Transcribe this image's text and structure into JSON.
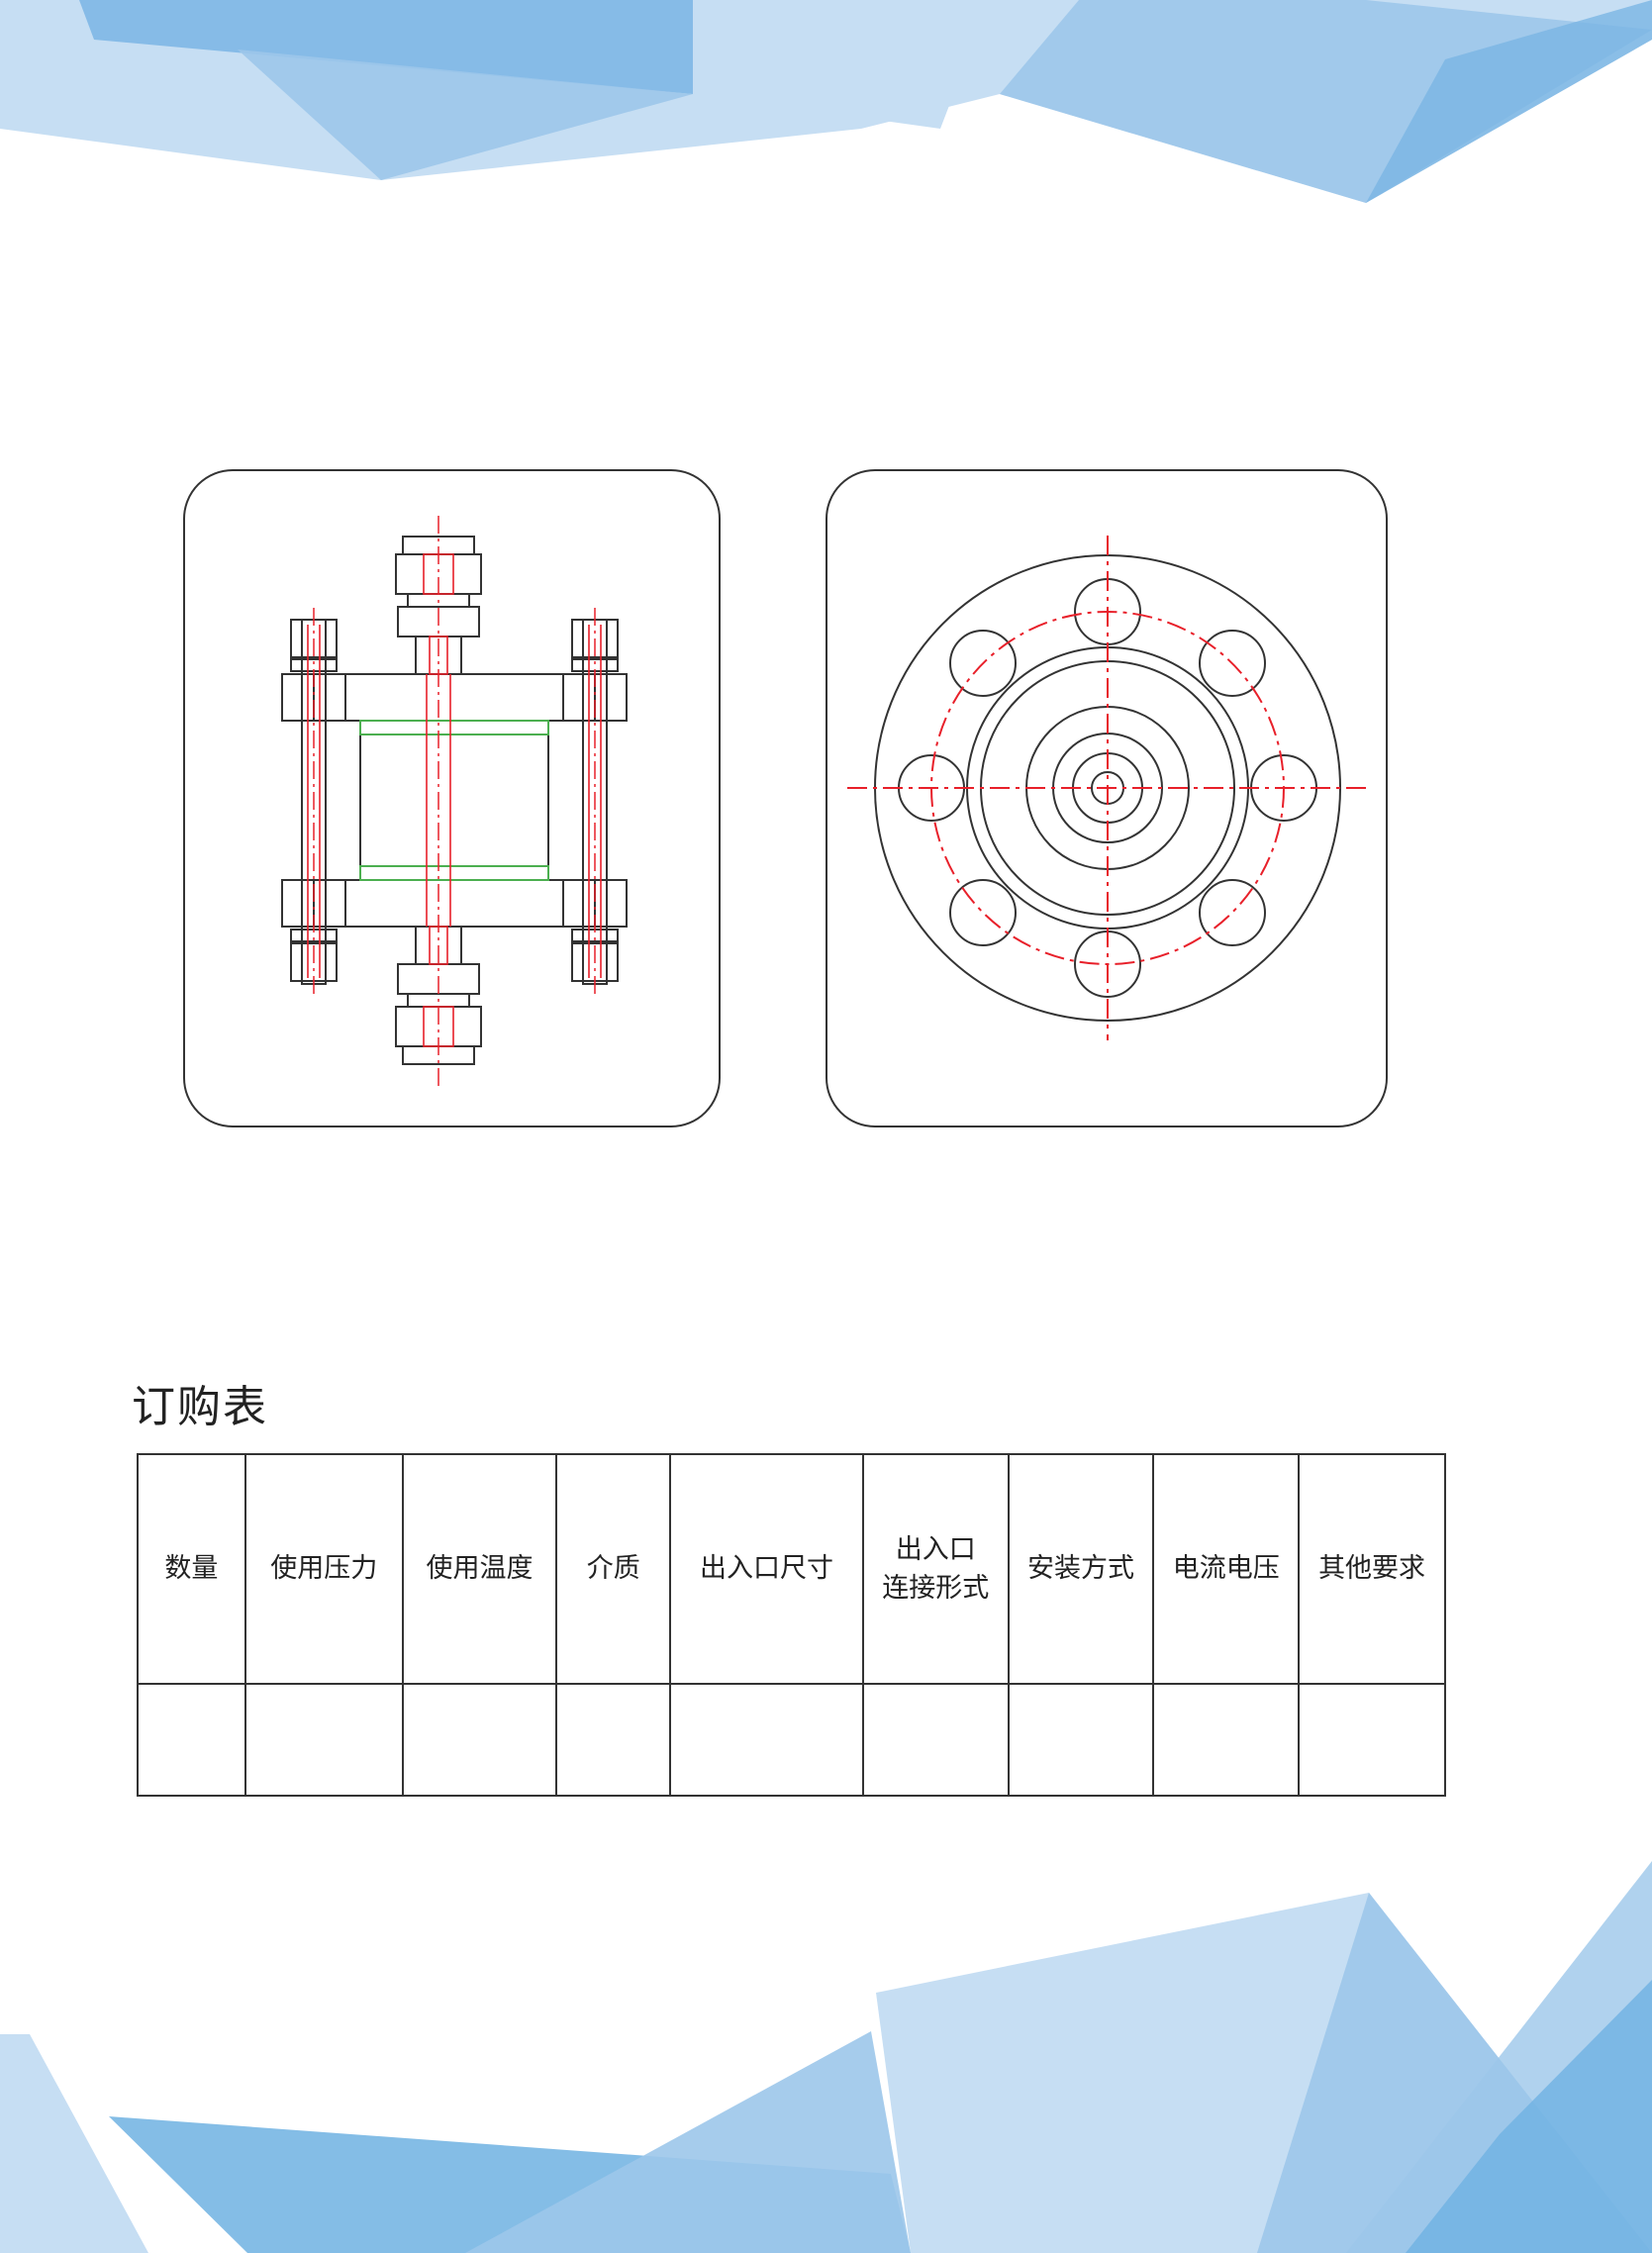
{
  "section_title": "订购表",
  "order_table": {
    "headers": [
      {
        "lines": [
          "数量"
        ]
      },
      {
        "lines": [
          "使用压力"
        ]
      },
      {
        "lines": [
          "使用温度"
        ]
      },
      {
        "lines": [
          "介质"
        ]
      },
      {
        "lines": [
          "出入口尺寸"
        ]
      },
      {
        "lines": [
          "出入口",
          "连接形式"
        ]
      },
      {
        "lines": [
          "安装方式"
        ]
      },
      {
        "lines": [
          "电流电压"
        ]
      },
      {
        "lines": [
          "其他要求"
        ]
      }
    ],
    "rows": [
      [
        "",
        "",
        "",
        "",
        "",
        "",
        "",
        "",
        ""
      ]
    ]
  },
  "colors": {
    "light_blue": "#c6def3",
    "mid_blue": "#9cc7ea",
    "deep_blue": "#6fb1e2",
    "outline": "#333333",
    "centerline_red": "#e8202a",
    "gasket_green": "#4caf50"
  }
}
